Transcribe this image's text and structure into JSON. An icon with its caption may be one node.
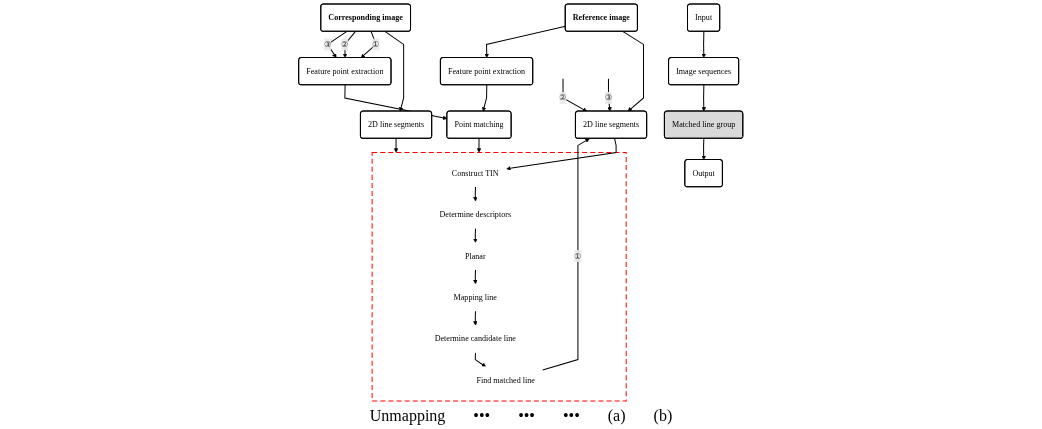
{
  "diagram": {
    "nodes": [
      {
        "text": [
          "Input"
        ]
      },
      {
        "text": [
          "Image sequences"
        ]
      },
      {
        "text": [
          "Matched line group"
        ]
      },
      {
        "text": [
          "Output"
        ]
      },
      {
        "text": [
          "Reference image"
        ]
      },
      {
        "text": [
          "2D line segments"
        ]
      },
      {
        "text": [
          "Feature point extraction"
        ]
      },
      {
        "text": [
          "Point matching"
        ]
      },
      {
        "text": [],
        "shape": "box"
      },
      {
        "text": [
          "Construct TIN"
        ],
        "in": 8
      },
      {
        "text": [
          "Determine descriptors"
        ],
        "in": 8
      },
      {
        "text": [
          "Planar"
        ],
        "in": 8
      },
      {
        "text": [
          "Mapping line"
        ],
        "in": 8
      },
      {
        "text": [
          "Determine candidate line"
        ],
        "in": 8
      },
      {
        "text": [
          "Find matched line"
        ],
        "in": 8
      },
      {
        "text": [
          "Feature point extraction"
        ]
      },
      {
        "text": [
          "Corresponding image"
        ]
      },
      {
        "text": [
          "2D line segments"
        ]
      }
    ],
    "edges": [
      {
        "from": 0,
        "to": 1,
        "arrow": "to"
      },
      {
        "from": 1,
        "to": 2,
        "arrow": "to"
      },
      {
        "from": 2,
        "to": 3,
        "arrow": "to"
      },
      {
        "from": 4,
        "to": 5,
        "arrow": "to"
      },
      {
        "from": 4,
        "to": 6,
        "arrow": "to"
      },
      {
        "from": 6,
        "to": 7,
        "arrow": "to"
      },
      {
        "from": 15,
        "to": 7,
        "arrow": "to"
      },
      {
        "from": 7,
        "to": 8,
        "arrow": "to"
      },
      {
        "from": 5,
        "to": 9,
        "arrow": "to"
      },
      {
        "from": 9,
        "to": 10,
        "arrow": "to"
      },
      {
        "from": 10,
        "to": 11,
        "arrow": "to"
      },
      {
        "from": 11,
        "to": 12,
        "arrow": "to"
      },
      {
        "from": 12,
        "to": 13,
        "arrow": "to"
      },
      {
        "from": 13,
        "to": 14,
        "arrow": "to"
      },
      {
        "from": 17,
        "to": 8,
        "arrow": "to"
      },
      {
        "from": 16,
        "to": 17,
        "arrow": "to"
      },
      {
        "from": 16,
        "to": 15,
        "label": "①",
        "arrow": "to"
      },
      {
        "from": 16,
        "to": 15,
        "label": "②",
        "arrow": "to"
      },
      {
        "from": 16,
        "to": 15,
        "label": "③",
        "arrow": "to"
      },
      {
        "from": 14,
        "to": 5,
        "label": "①",
        "arrow": "to"
      },
      {
        "from": null,
        "to": 5,
        "label": "②",
        "arrow": "to"
      },
      {
        "from": null,
        "to": 5,
        "label": "③",
        "arrow": "to"
      }
    ],
    "labels": [
      "Unmapping",
      "•••",
      "•••",
      "•••",
      "(a)",
      "(b)"
    ]
  }
}
